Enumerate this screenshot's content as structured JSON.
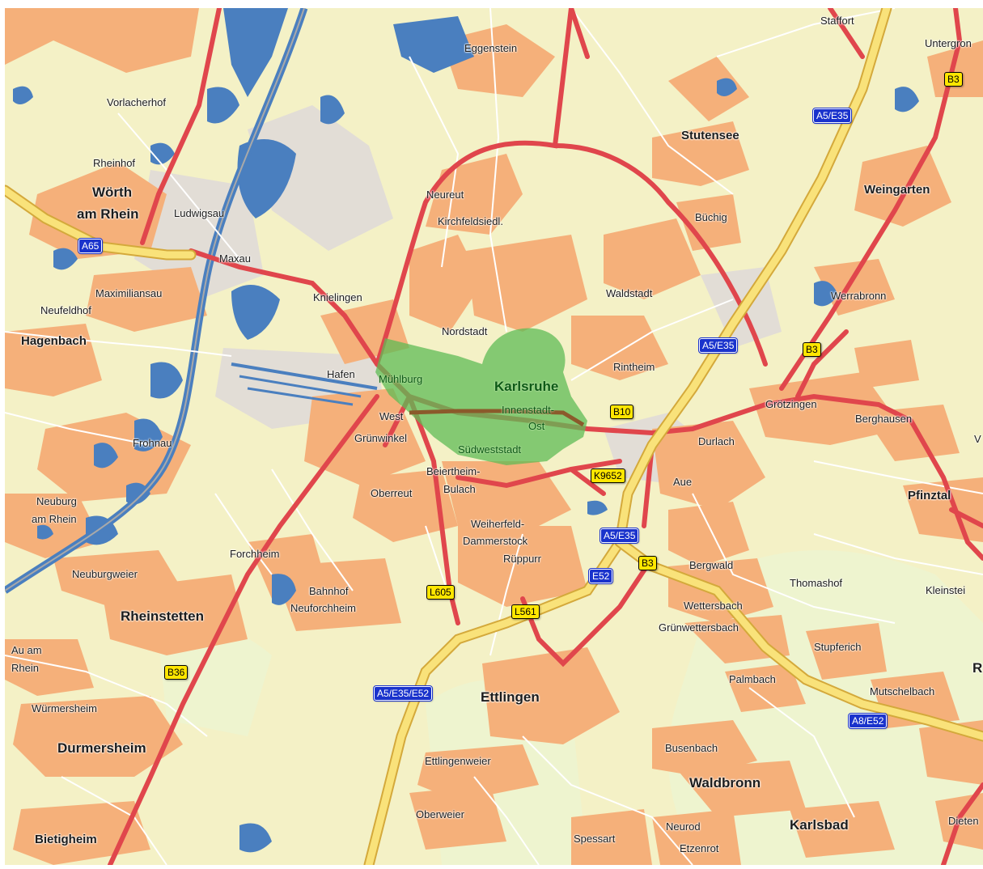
{
  "map": {
    "colors": {
      "land": "#f4f1c6",
      "urban": "#f5b07a",
      "industrial": "#e2ddd6",
      "forest": "#eef4cf",
      "water": "#4a7fbf",
      "motorway": "#f9e27a",
      "main_road": "#e0464c",
      "highlight_area": "#5fbb55",
      "route": "#8b5a2b"
    },
    "places": [
      {
        "id": "eggenstein",
        "text": "Eggenstein",
        "level": "town"
      },
      {
        "id": "staffort",
        "text": "Staffort",
        "level": "town"
      },
      {
        "id": "untergrombach",
        "text": "Untergron",
        "level": "town"
      },
      {
        "id": "vorlacherhof",
        "text": "Vorlacherhof",
        "level": "town"
      },
      {
        "id": "stutensee",
        "text": "Stutensee",
        "level": "city"
      },
      {
        "id": "rheinhof",
        "text": "Rheinhof",
        "level": "town"
      },
      {
        "id": "woerth",
        "text": "Wörth",
        "level": "city"
      },
      {
        "id": "am-rhein",
        "text": "am Rhein",
        "level": "city"
      },
      {
        "id": "ludwigsau",
        "text": "Ludwigsau",
        "level": "town"
      },
      {
        "id": "neureut",
        "text": "Neureut",
        "level": "town"
      },
      {
        "id": "kirchfeldsiedl",
        "text": "Kirchfeldsiedl.",
        "level": "town"
      },
      {
        "id": "buechig",
        "text": "Büchig",
        "level": "town"
      },
      {
        "id": "weingarten",
        "text": "Weingarten",
        "level": "city"
      },
      {
        "id": "maxau",
        "text": "Maxau",
        "level": "town"
      },
      {
        "id": "maximiliansau",
        "text": "Maximiliansau",
        "level": "town"
      },
      {
        "id": "neufeldhof",
        "text": "Neufeldhof",
        "level": "town"
      },
      {
        "id": "knielingen",
        "text": "Knielingen",
        "level": "town"
      },
      {
        "id": "waldstadt",
        "text": "Waldstadt",
        "level": "town"
      },
      {
        "id": "werrabronn",
        "text": "Werrabronn",
        "level": "town"
      },
      {
        "id": "hagenbach",
        "text": "Hagenbach",
        "level": "city"
      },
      {
        "id": "nordstadt",
        "text": "Nordstadt",
        "level": "town"
      },
      {
        "id": "rintheim",
        "text": "Rintheim",
        "level": "town"
      },
      {
        "id": "hafen",
        "text": "Hafen",
        "level": "town"
      },
      {
        "id": "muehlburg",
        "text": "Mühlburg",
        "level": "district"
      },
      {
        "id": "karlsruhe",
        "text": "Karlsruhe",
        "level": "district-main"
      },
      {
        "id": "groetzingen",
        "text": "Grötzingen",
        "level": "town"
      },
      {
        "id": "innenstadt",
        "text": "Innenstadt-",
        "level": "district"
      },
      {
        "id": "ost",
        "text": "Ost",
        "level": "district"
      },
      {
        "id": "berghausen",
        "text": "Berghausen",
        "level": "town"
      },
      {
        "id": "west",
        "text": "West",
        "level": "town"
      },
      {
        "id": "gruenwinkel",
        "text": "Grünwinkel",
        "level": "town"
      },
      {
        "id": "frohnau",
        "text": "Frohnau",
        "level": "town"
      },
      {
        "id": "suedweststadt",
        "text": "Südweststadt",
        "level": "district"
      },
      {
        "id": "durlach",
        "text": "Durlach",
        "level": "town"
      },
      {
        "id": "v-edge",
        "text": "V",
        "level": "town"
      },
      {
        "id": "beiertheim",
        "text": "Beiertheim-",
        "level": "town"
      },
      {
        "id": "bulach",
        "text": "Bulach",
        "level": "town"
      },
      {
        "id": "oberreut",
        "text": "Oberreut",
        "level": "town"
      },
      {
        "id": "aue",
        "text": "Aue",
        "level": "town"
      },
      {
        "id": "pfinztal",
        "text": "Pfinztal",
        "level": "city"
      },
      {
        "id": "neuburg",
        "text": "Neuburg",
        "level": "town"
      },
      {
        "id": "neuburg-am-rhein",
        "text": "am Rhein",
        "level": "town"
      },
      {
        "id": "weiherfeld",
        "text": "Weiherfeld-",
        "level": "town"
      },
      {
        "id": "dammerstock",
        "text": "Dammerstock",
        "level": "town"
      },
      {
        "id": "rueppurr",
        "text": "Rüppurr",
        "level": "town"
      },
      {
        "id": "forchheim",
        "text": "Forchheim",
        "level": "town"
      },
      {
        "id": "bergwald",
        "text": "Bergwald",
        "level": "town"
      },
      {
        "id": "neuburgweier",
        "text": "Neuburgweier",
        "level": "town"
      },
      {
        "id": "thomashof",
        "text": "Thomashof",
        "level": "town"
      },
      {
        "id": "kleinsteinbach",
        "text": "Kleinstei",
        "level": "town"
      },
      {
        "id": "bahnhof",
        "text": "Bahnhof",
        "level": "town"
      },
      {
        "id": "neuforchheim",
        "text": "Neuforchheim",
        "level": "town"
      },
      {
        "id": "wettersbach",
        "text": "Wettersbach",
        "level": "town"
      },
      {
        "id": "rheinstetten",
        "text": "Rheinstetten",
        "level": "city"
      },
      {
        "id": "gruenwettersbach",
        "text": "Grünwettersbach",
        "level": "town"
      },
      {
        "id": "au-am",
        "text": "Au am",
        "level": "town"
      },
      {
        "id": "au-rhein",
        "text": "Rhein",
        "level": "town"
      },
      {
        "id": "stupferich",
        "text": "Stupferich",
        "level": "town"
      },
      {
        "id": "r-edge",
        "text": "R",
        "level": "city"
      },
      {
        "id": "palmbach",
        "text": "Palmbach",
        "level": "town"
      },
      {
        "id": "mutschelbach",
        "text": "Mutschelbach",
        "level": "town"
      },
      {
        "id": "ettlingen",
        "text": "Ettlingen",
        "level": "city"
      },
      {
        "id": "wuermersheim",
        "text": "Würmersheim",
        "level": "town"
      },
      {
        "id": "durmersheim",
        "text": "Durmersheim",
        "level": "city"
      },
      {
        "id": "busenbach",
        "text": "Busenbach",
        "level": "town"
      },
      {
        "id": "ettlingenweier",
        "text": "Ettlingenweier",
        "level": "town"
      },
      {
        "id": "waldbronn",
        "text": "Waldbronn",
        "level": "city"
      },
      {
        "id": "oberweier",
        "text": "Oberweier",
        "level": "town"
      },
      {
        "id": "dieten",
        "text": "Dieten",
        "level": "town"
      },
      {
        "id": "spessart",
        "text": "Spessart",
        "level": "town"
      },
      {
        "id": "neurod",
        "text": "Neurod",
        "level": "town"
      },
      {
        "id": "karlsbad",
        "text": "Karlsbad",
        "level": "city"
      },
      {
        "id": "bietigheim",
        "text": "Bietigheim",
        "level": "city"
      },
      {
        "id": "etzenrot",
        "text": "Etzenrot",
        "level": "town"
      }
    ],
    "road_signs": [
      {
        "id": "b3-top",
        "text": "B3",
        "kind": "federal"
      },
      {
        "id": "a5-e35-north",
        "text": "A5/E35",
        "kind": "motorway"
      },
      {
        "id": "a65",
        "text": "A65",
        "kind": "motorway"
      },
      {
        "id": "a5-e35-center",
        "text": "A5/E35",
        "kind": "motorway"
      },
      {
        "id": "b3-mid",
        "text": "B3",
        "kind": "federal"
      },
      {
        "id": "b10",
        "text": "B10",
        "kind": "federal"
      },
      {
        "id": "k9652",
        "text": "K9652",
        "kind": "federal"
      },
      {
        "id": "a5-e35-south",
        "text": "A5/E35",
        "kind": "motorway"
      },
      {
        "id": "b3-south",
        "text": "B3",
        "kind": "federal"
      },
      {
        "id": "e52",
        "text": "E52",
        "kind": "motorway"
      },
      {
        "id": "l605",
        "text": "L605",
        "kind": "federal"
      },
      {
        "id": "l561",
        "text": "L561",
        "kind": "federal"
      },
      {
        "id": "b36",
        "text": "B36",
        "kind": "federal"
      },
      {
        "id": "a5-e35-e52",
        "text": "A5/E35/E52",
        "kind": "motorway"
      },
      {
        "id": "a8-e52",
        "text": "A8/E52",
        "kind": "motorway"
      }
    ]
  }
}
